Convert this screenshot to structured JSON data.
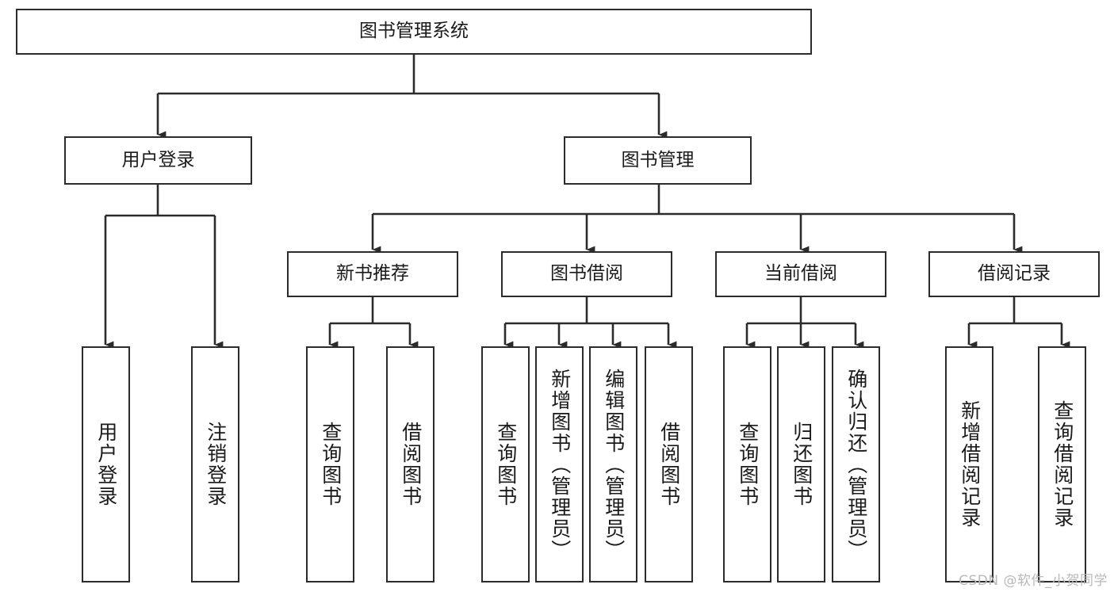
{
  "diagram": {
    "title_node": {
      "label": "图书管理系统"
    },
    "level2": [
      {
        "id": "user-login",
        "label": "用户登录"
      },
      {
        "id": "book-management",
        "label": "图书管理"
      }
    ],
    "level3": [
      {
        "id": "new-book-recommend",
        "label": "新书推荐"
      },
      {
        "id": "book-borrow",
        "label": "图书借阅"
      },
      {
        "id": "current-borrow",
        "label": "当前借阅"
      },
      {
        "id": "borrow-record",
        "label": "借阅记录"
      }
    ],
    "leaves": [
      {
        "id": "leaf-user-login",
        "label": "用户登录"
      },
      {
        "id": "leaf-logout",
        "label": "注销登录"
      },
      {
        "id": "leaf-query-book-1",
        "label": "查询图书"
      },
      {
        "id": "leaf-borrow-book-1",
        "label": "借阅图书"
      },
      {
        "id": "leaf-query-book-2",
        "label": "查询图书"
      },
      {
        "id": "leaf-add-book",
        "label": "新增图书（管理员）"
      },
      {
        "id": "leaf-edit-book",
        "label": "编辑图书（管理员）"
      },
      {
        "id": "leaf-borrow-book-2",
        "label": "借阅图书"
      },
      {
        "id": "leaf-query-book-3",
        "label": "查询图书"
      },
      {
        "id": "leaf-return-book",
        "label": "归还图书"
      },
      {
        "id": "leaf-confirm-return",
        "label": "确认归还（管理员）"
      },
      {
        "id": "leaf-add-record",
        "label": "新增借阅记录"
      },
      {
        "id": "leaf-query-record",
        "label": "查询借阅记录"
      }
    ]
  },
  "watermark": {
    "text": "CSDN @软件_小贺同学"
  },
  "style": {
    "stroke": "#2b2b2b",
    "background": "#ffffff",
    "text": "#1a1a1a",
    "watermark_color": "#b9b9b9"
  }
}
